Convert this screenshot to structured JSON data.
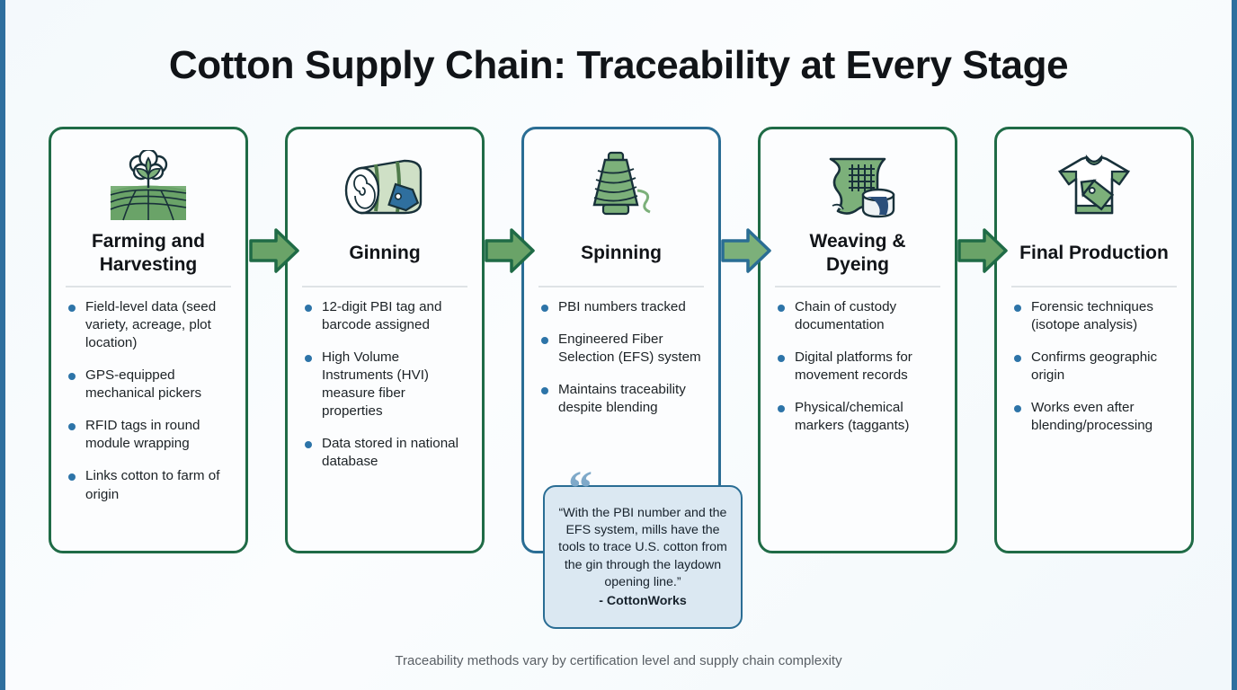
{
  "page": {
    "title": "Cotton Supply Chain: Traceability at Every Stage",
    "footer": "Traceability methods vary by certification level and supply chain complexity",
    "accent_green": "#1f6b46",
    "accent_blue": "#2a6d94",
    "bullet_color": "#2d74a8",
    "background": "#f4f9fc",
    "frame_color": "#2f6f9e"
  },
  "stages": [
    {
      "id": "farming-and-harvesting",
      "title": "Farming and Harvesting",
      "icon": "cotton-field-icon",
      "accent": "green",
      "bullets": [
        "Field-level data (seed variety, acreage, plot location)",
        "GPS-equipped mechanical pickers",
        "RFID tags in round module wrapping",
        "Links cotton to farm of origin"
      ]
    },
    {
      "id": "ginning",
      "title": "Ginning",
      "icon": "cotton-bale-icon",
      "accent": "green",
      "bullets": [
        "12-digit PBI tag and barcode assigned",
        "High Volume Instruments (HVI) measure fiber properties",
        "Data stored in national database"
      ]
    },
    {
      "id": "spinning",
      "title": "Spinning",
      "icon": "yarn-cone-icon",
      "accent": "blue",
      "bullets": [
        "PBI numbers tracked",
        "Engineered Fiber Selection (EFS) system",
        "Maintains traceability despite blending"
      ]
    },
    {
      "id": "weaving-and-dyeing",
      "title": "Weaving & Dyeing",
      "icon": "fabric-dye-icon",
      "accent": "green",
      "bullets": [
        "Chain of custody documentation",
        "Digital platforms for movement records",
        "Physical/chemical markers (taggants)"
      ]
    },
    {
      "id": "final-production",
      "title": "Final Production",
      "icon": "tshirt-tag-icon",
      "accent": "green",
      "bullets": [
        "Forensic techniques (isotope analysis)",
        "Confirms geographic origin",
        "Works even after blending/processing"
      ]
    }
  ],
  "arrows": [
    {
      "id": "arrow-farming-to-ginning",
      "color": "green"
    },
    {
      "id": "arrow-ginning-to-spinning",
      "color": "green"
    },
    {
      "id": "arrow-spinning-to-weaving",
      "color": "blue"
    },
    {
      "id": "arrow-weaving-to-final",
      "color": "green"
    }
  ],
  "quote": {
    "mark": "“",
    "text": "“With the PBI number and the EFS system, mills have the tools to trace U.S. cotton from the gin through the laydown opening line.”",
    "attribution": "- CottonWorks"
  }
}
